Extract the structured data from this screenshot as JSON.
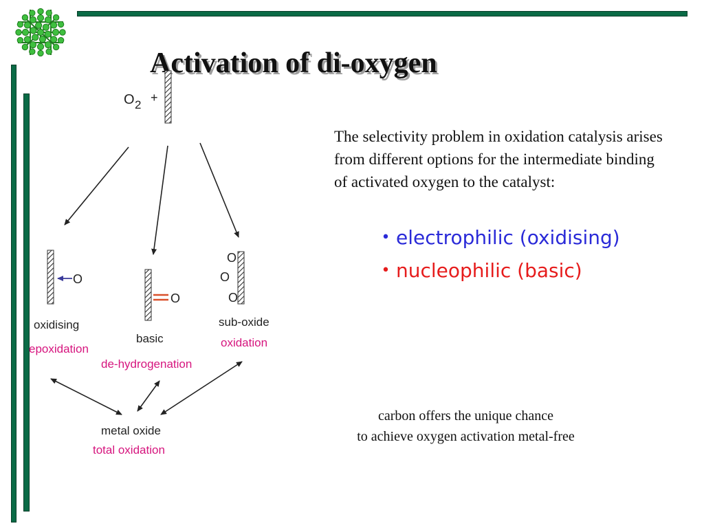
{
  "title": "Activation of di-oxygen",
  "logo_icon": "green-fullerene-molecule-icon",
  "colors": {
    "accent_bar": "#0a6b46",
    "logo_green": "#33aa33",
    "magenta_label": "#d6157e",
    "bullet_blue": "#2a2ad8",
    "bullet_red": "#e61c1c",
    "double_bond": "#d9502a",
    "arrow_blue": "#3a3a9a"
  },
  "diagram": {
    "reactant_o": "O",
    "reactant_sub": "2",
    "plus": "+",
    "bound_o": "O",
    "oxidising_label": "oxidising",
    "epoxidation_label": "epoxidation",
    "basic_label": "basic",
    "dehydrogenation_label": "de-hydrogenation",
    "suboxide_label": "sub-oxide",
    "oxidation_label": "oxidation",
    "metal_oxide_label": "metal oxide",
    "total_oxidation_label": "total oxidation"
  },
  "intro_paragraph": "The selectivity problem in oxidation catalysis arises from different options for the intermediate binding of activated oxygen to the catalyst:",
  "bullet_symbol": "•",
  "bullets": [
    {
      "text": "electrophilic (oxidising)",
      "color": "#2a2ad8"
    },
    {
      "text": "nucleophilic (basic)",
      "color": "#e61c1c"
    }
  ],
  "footnote": [
    "carbon offers the unique chance",
    "to achieve oxygen activation metal-free"
  ]
}
